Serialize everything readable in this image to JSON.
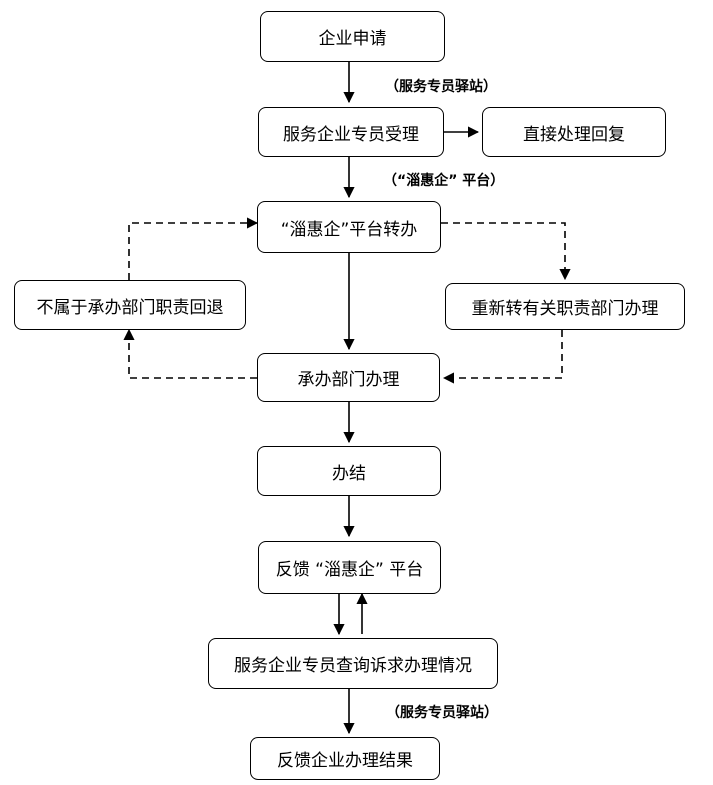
{
  "flowchart": {
    "nodes": {
      "apply": "企业申请",
      "accept": "服务企业专员受理",
      "direct": "直接处理回复",
      "transfer": "“淄惠企”平台转办",
      "return_dept": "不属于承办部门职责回退",
      "reassign": "重新转有关职责部门办理",
      "handle": "承办部门办理",
      "done": "办结",
      "feedback": "反馈 “淄惠企” 平台",
      "query": "服务企业专员查询诉求办理情况",
      "final": "反馈企业办理结果"
    },
    "notes": {
      "station_1": "（服务专员驿站）",
      "platform": "（“淄惠企” 平台）",
      "station_2": "（服务专员驿站）"
    }
  }
}
